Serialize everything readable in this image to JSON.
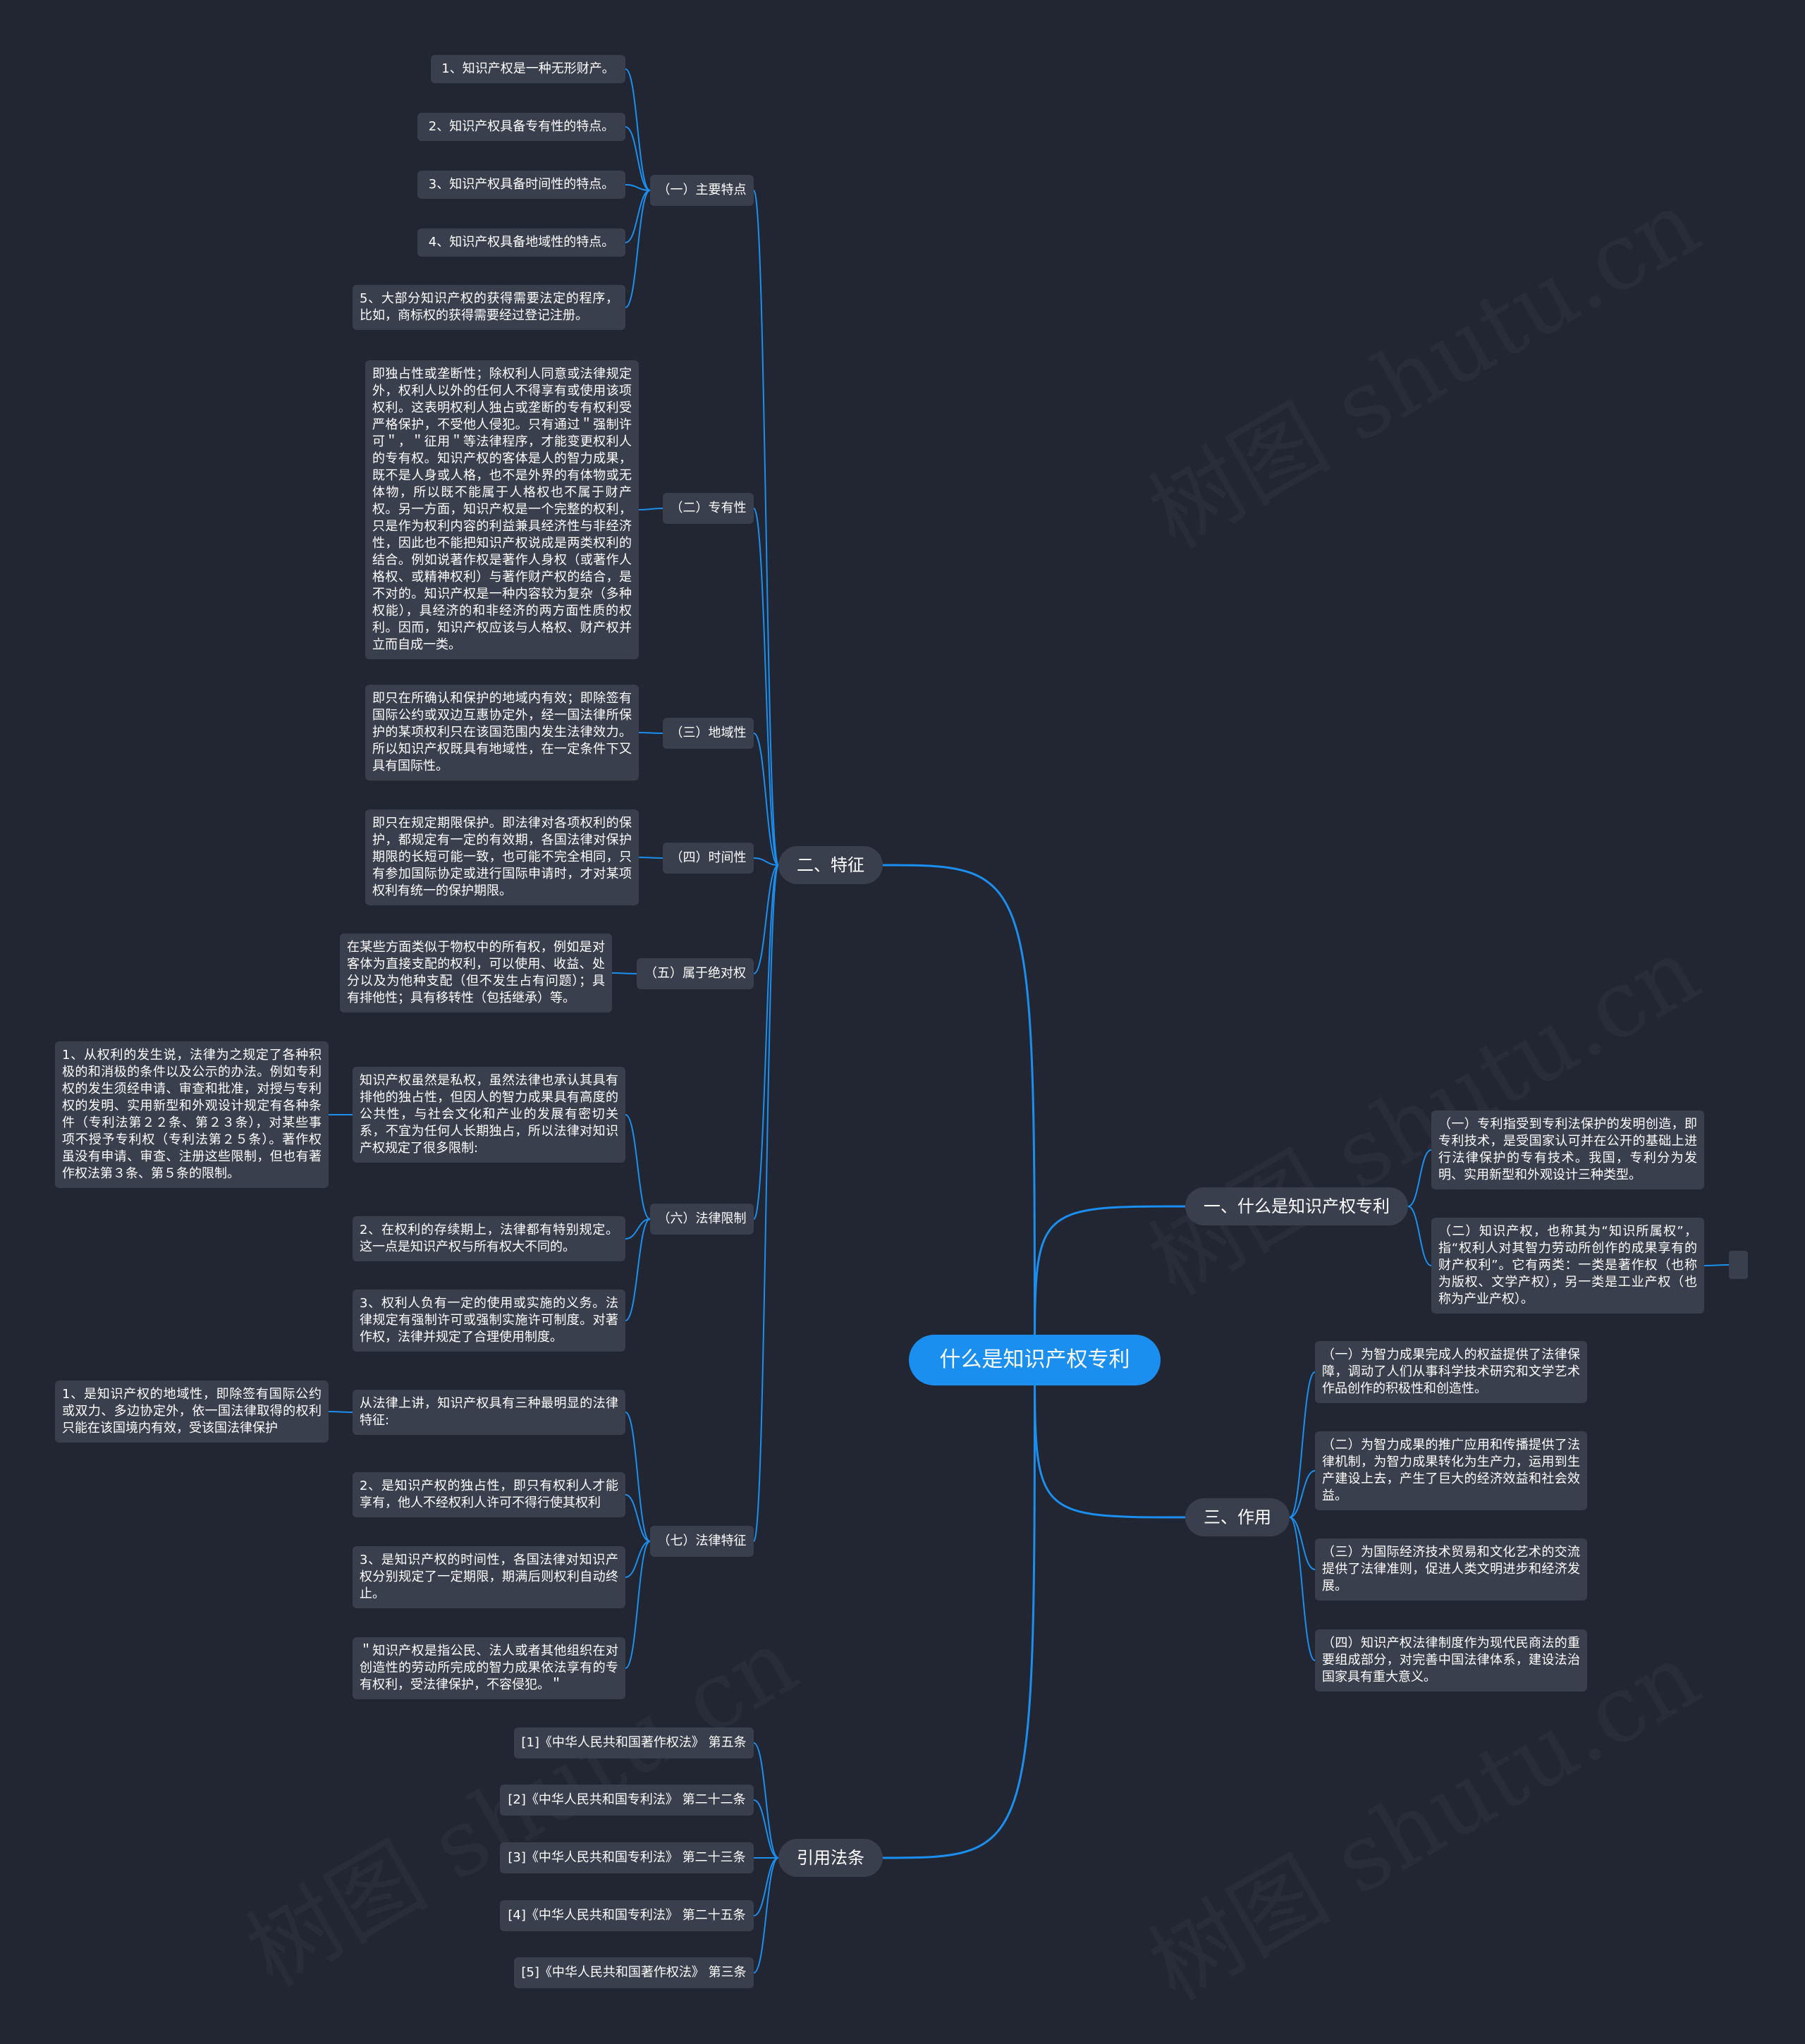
{
  "root": "什么是知识产权专利",
  "b1": {
    "label": "一、什么是知识产权专利",
    "items": [
      "（一）专利指受到专利法保护的发明创造，即专利技术，是受国家认可并在公开的基础上进行法律保护的专有技术。我国，专利分为发明、实用新型和外观设计三种类型。",
      "（二）知识产权，也称其为“知识所属权”，指“权利人对其智力劳动所创作的成果享有的财产权利”。它有两类：一类是著作权（也称为版权、文学产权），另一类是工业产权（也称为产业产权）。"
    ]
  },
  "b2": {
    "label": "二、特征",
    "s1": {
      "label": "（一）主要特点",
      "items": [
        "1、知识产权是一种无形财产。",
        "2、知识产权具备专有性的特点。",
        "3、知识产权具备时间性的特点。",
        "4、知识产权具备地域性的特点。",
        "5、大部分知识产权的获得需要法定的程序，比如，商标权的获得需要经过登记注册。"
      ]
    },
    "s2": {
      "label": "（二）专有性",
      "text": "即独占性或垄断性；除权利人同意或法律规定外，权利人以外的任何人不得享有或使用该项权利。这表明权利人独占或垄断的专有权利受严格保护，不受他人侵犯。只有通过＂强制许可＂，＂征用＂等法律程序，才能变更权利人的专有权。知识产权的客体是人的智力成果，既不是人身或人格，也不是外界的有体物或无体物，所以既不能属于人格权也不属于财产权。另一方面，知识产权是一个完整的权利，只是作为权利内容的利益兼具经济性与非经济性，因此也不能把知识产权说成是两类权利的结合。例如说著作权是著作人身权（或著作人格权、或精神权利）与著作财产权的结合，是不对的。知识产权是一种内容较为复杂（多种权能），具经济的和非经济的两方面性质的权利。因而，知识产权应该与人格权、财产权并立而自成一类。"
    },
    "s3": {
      "label": "（三）地域性",
      "text": "即只在所确认和保护的地域内有效；即除签有国际公约或双边互惠协定外，经一国法律所保护的某项权利只在该国范围内发生法律效力。所以知识产权既具有地域性，在一定条件下又具有国际性。"
    },
    "s4": {
      "label": "（四）时间性",
      "text": "即只在规定期限保护。即法律对各项权利的保护，都规定有一定的有效期，各国法律对保护期限的长短可能一致，也可能不完全相同，只有参加国际协定或进行国际申请时，才对某项权利有统一的保护期限。"
    },
    "s5": {
      "label": "（五）属于绝对权",
      "text": "在某些方面类似于物权中的所有权，例如是对客体为直接支配的权利，可以使用、收益、处分以及为他种支配（但不发生占有问题）；具有排他性；具有移转性（包括继承）等。"
    },
    "s6": {
      "label": "（六）法律限制",
      "items": [
        "知识产权虽然是私权，虽然法律也承认其具有排他的独占性，但因人的智力成果具有高度的公共性，与社会文化和产业的发展有密切关系，不宜为任何人长期独占，所以法律对知识产权规定了很多限制:",
        "2、在权利的存续期上，法律都有特别规定。这一点是知识产权与所有权大不同的。",
        "3、权利人负有一定的使用或实施的义务。法律规定有强制许可或强制实施许可制度。对著作权，法律并规定了合理使用制度。"
      ],
      "detail": "1、从权利的发生说，法律为之规定了各种积极的和消极的条件以及公示的办法。例如专利权的发生须经申请、审查和批准，对授与专利权的发明、实用新型和外观设计规定有各种条件（专利法第２２条、第２３条），对某些事项不授予专利权（专利法第２５条）。著作权虽没有申请、审查、注册这些限制，但也有著作权法第３条、第５条的限制。"
    },
    "s7": {
      "label": "（七）法律特征",
      "items": [
        "从法律上讲，知识产权具有三种最明显的法律特征:",
        "2、是知识产权的独占性，即只有权利人才能享有，他人不经权利人许可不得行使其权利",
        "3、是知识产权的时间性，各国法律对知识产权分别规定了一定期限，期满后则权利自动终止。",
        "＂知识产权是指公民、法人或者其他组织在对创造性的劳动所完成的智力成果依法享有的专有权利，受法律保护，不容侵犯。＂"
      ],
      "detail": "1、是知识产权的地域性，即除签有国际公约或双力、多边协定外，依一国法律取得的权利只能在该国境内有效，受该国法律保护"
    }
  },
  "b3": {
    "label": "三、作用",
    "items": [
      "（一）为智力成果完成人的权益提供了法律保障，调动了人们从事科学技术研究和文学艺术作品创作的积极性和创造性。",
      "（二）为智力成果的推广应用和传播提供了法律机制，为智力成果转化为生产力，运用到生产建设上去，产生了巨大的经济效益和社会效益。",
      "（三）为国际经济技术贸易和文化艺术的交流提供了法律准则，促进人类文明进步和经济发展。",
      "（四）知识产权法律制度作为现代民商法的重要组成部分，对完善中国法律体系，建设法治国家具有重大意义。"
    ]
  },
  "b4": {
    "label": "引用法条",
    "items": [
      "[1]《中华人民共和国著作权法》 第五条",
      "[2]《中华人民共和国专利法》 第二十二条",
      "[3]《中华人民共和国专利法》 第二十三条",
      "[4]《中华人民共和国专利法》 第二十五条",
      "[5]《中华人民共和国著作权法》 第三条"
    ]
  },
  "watermark": "树图 shutu.cn",
  "colors": {
    "background": "#222632",
    "node": "#3a3f4d",
    "root": "#1b8ff0",
    "line": "#1b8ff0"
  }
}
